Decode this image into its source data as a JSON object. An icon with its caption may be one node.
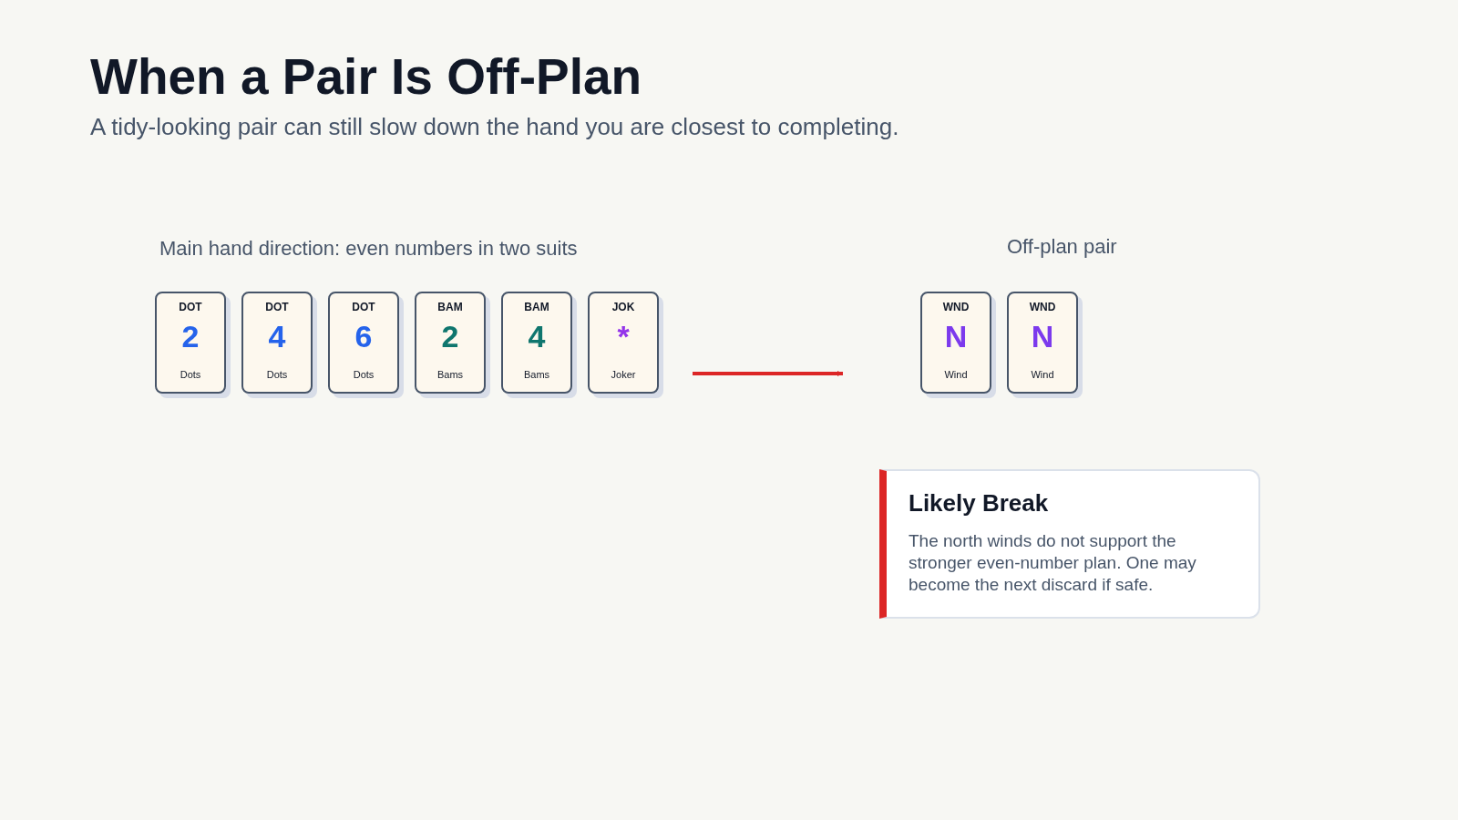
{
  "diagram": {
    "title": "When a Pair Is Off-Plan",
    "caption": "A tidy-looking pair can still slow down the hand you are closest to completing.",
    "nodes": [
      {
        "text": [
          "Main hand direction: even numbers in two suits"
        ]
      },
      {
        "text": [
          "DOT",
          "2",
          "Dots"
        ],
        "in": 0
      },
      {
        "text": [
          "DOT",
          "4",
          "Dots"
        ],
        "in": 0
      },
      {
        "text": [
          "DOT",
          "6",
          "Dots"
        ],
        "in": 0
      },
      {
        "text": [
          "BAM",
          "2",
          "Bams"
        ],
        "in": 0
      },
      {
        "text": [
          "BAM",
          "4",
          "Bams"
        ],
        "in": 0
      },
      {
        "text": [
          "JOK",
          "*",
          "Joker"
        ],
        "in": 0
      },
      {
        "text": [
          "Off-plan pair"
        ]
      },
      {
        "text": [
          "WND",
          "N",
          "Wind"
        ],
        "in": 7
      },
      {
        "text": [
          "WND",
          "N",
          "Wind"
        ],
        "in": 7
      },
      {
        "text": [
          "Likely Break",
          "The north winds do not support the stronger even-number plan. One may become the next discard if safe."
        ]
      }
    ],
    "edges": [
      {
        "from": 0,
        "to": 7,
        "arrow": "to",
        "color": "#dc2626"
      }
    ]
  }
}
